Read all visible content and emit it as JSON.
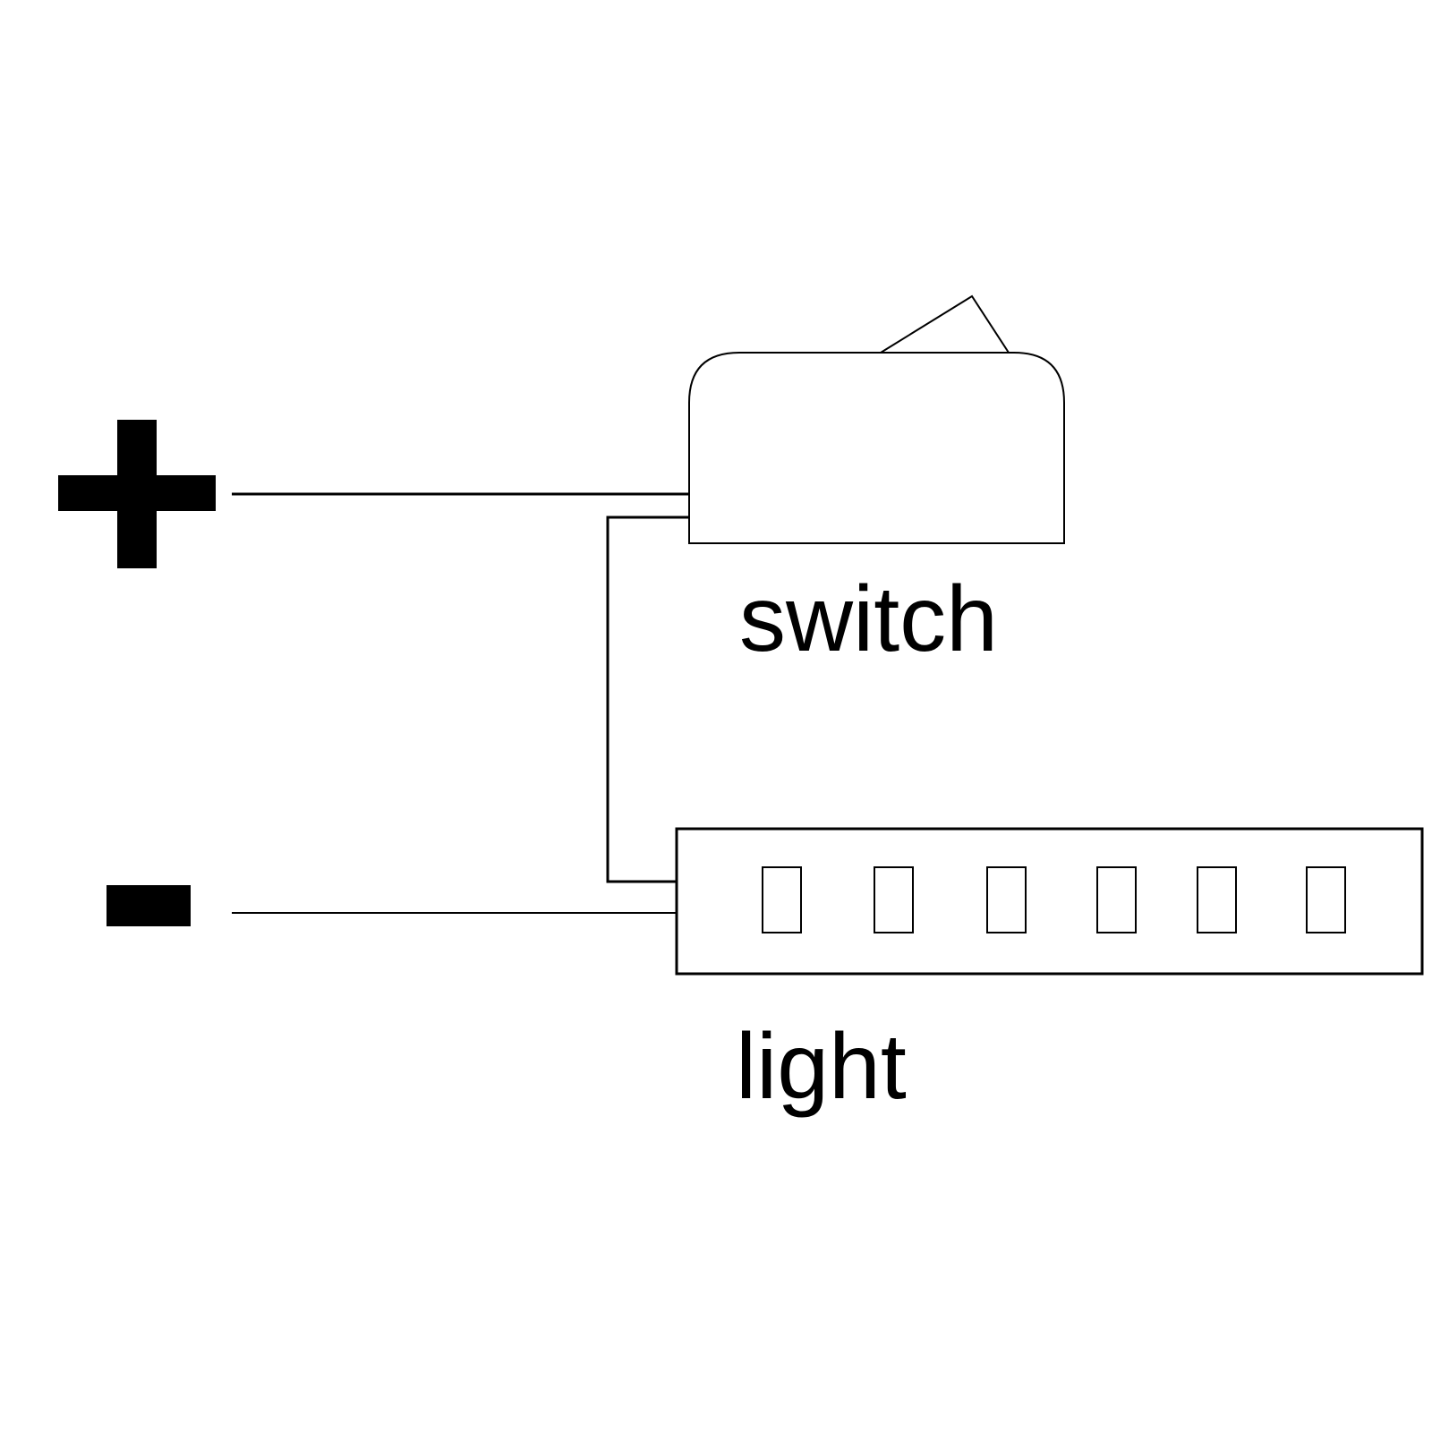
{
  "diagram": {
    "switch_label": "switch",
    "light_label": "light",
    "positive_terminal_symbol": "plus-icon",
    "negative_terminal_symbol": "minus-icon",
    "led_segments": 6
  },
  "colors": {
    "line": "#000000",
    "background": "#ffffff"
  }
}
